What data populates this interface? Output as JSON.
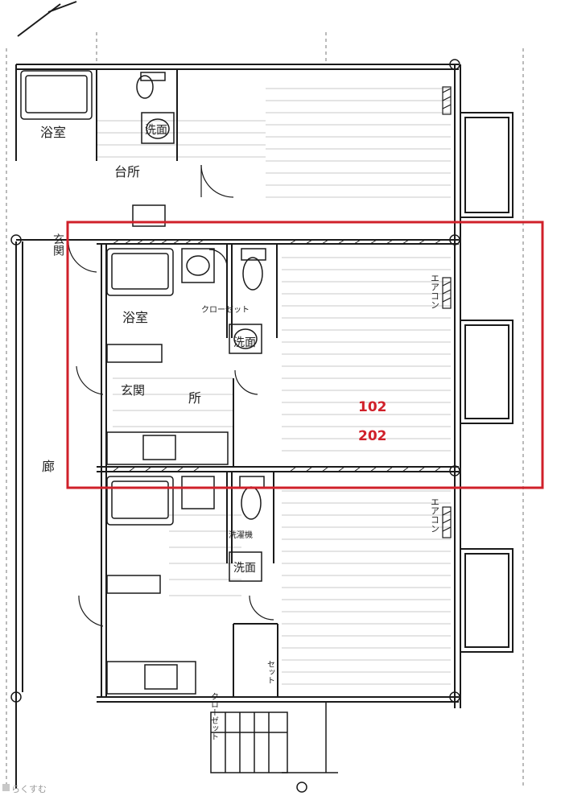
{
  "plan": {
    "room_labels": {
      "bath_upper": "浴室",
      "wash_upper": "洗面",
      "kitchen_upper": "台所",
      "bath_middle": "浴室",
      "wash_middle": "洗面",
      "kitchen_middle": "所",
      "entry_middle": "玄関",
      "entry_left": "玄関",
      "corridor": "廊",
      "aircon_middle": "エアコン",
      "aircon_lower": "エアコン",
      "wash_lower": "洗面",
      "closet_middle": "クローゼット",
      "closet_lower": "クローゼット",
      "washer_lower": "洗濯機",
      "set_lower": "セット"
    },
    "highlight": {
      "unit_top": "102",
      "unit_bottom": "202",
      "color": "#d0202a"
    }
  },
  "watermark": {
    "text": "らくすむ"
  }
}
